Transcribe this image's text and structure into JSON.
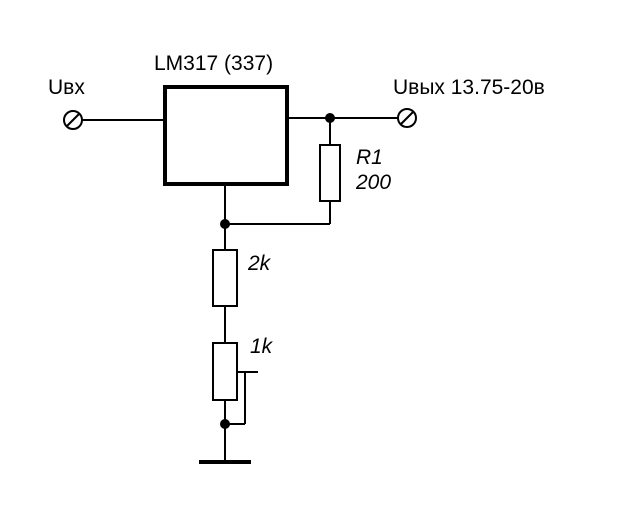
{
  "labels": {
    "input": "Uвх",
    "regulator": "LM317 (337)",
    "output": "Uвых 13.75-20в",
    "r1_name": "R1",
    "r1_value": "200",
    "r2_value": "2k",
    "pot_value": "1k"
  }
}
